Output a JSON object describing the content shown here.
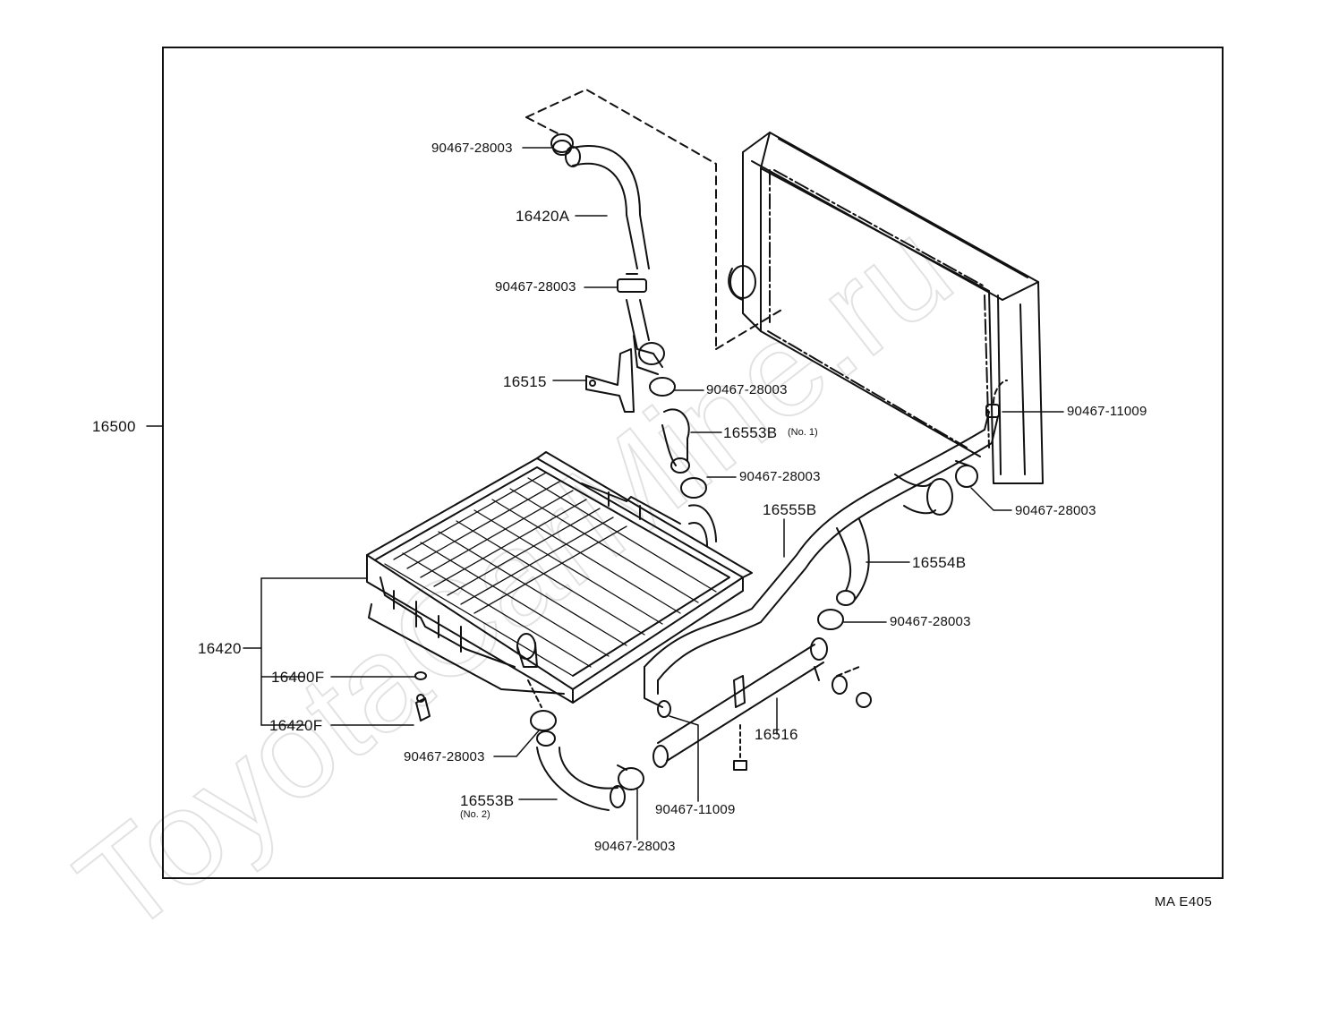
{
  "watermark": "ToyotaCarMine.ru",
  "assembly_label": "16500",
  "diagram_code": "MA  E405",
  "callouts": {
    "clamp_top_1": "90467-28003",
    "upper_hose": "16420A",
    "clamp_top_2": "90467-28003",
    "bracket": "16515",
    "clamp_mid_1": "90467-28003",
    "hose_no1": "16553B",
    "hose_no1_note": "(No. 1)",
    "clamp_mid_2": "90467-28003",
    "clamp_right_small": "90467-11009",
    "clamp_right": "90467-28003",
    "pipe_b": "16555B",
    "hose_b": "16554B",
    "clamp_right_low": "90467-28003",
    "radiator": "16420",
    "drain_gasket": "16400F",
    "drain_cock": "16420F",
    "clamp_bottom_left": "90467-28003",
    "hose_no2": "16553B",
    "hose_no2_note": "(No. 2)",
    "clamp_bottom": "90467-28003",
    "clamp_bottom_small": "90467-11009",
    "pipe": "16516"
  }
}
